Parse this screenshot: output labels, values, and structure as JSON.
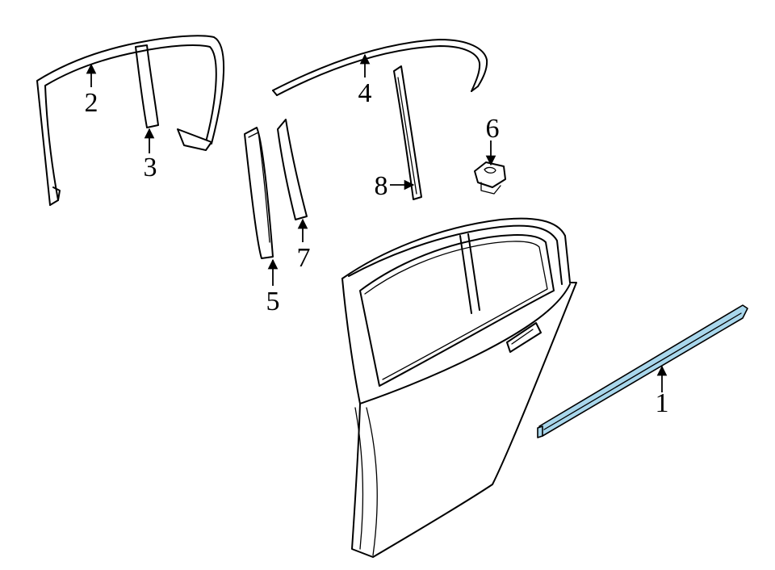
{
  "diagram": {
    "highlight_color": "#a9d7ec",
    "line_color": "#000000",
    "background": "#ffffff",
    "callouts": [
      {
        "id": "1",
        "label": "1"
      },
      {
        "id": "2",
        "label": "2"
      },
      {
        "id": "3",
        "label": "3"
      },
      {
        "id": "4",
        "label": "4"
      },
      {
        "id": "5",
        "label": "5"
      },
      {
        "id": "6",
        "label": "6"
      },
      {
        "id": "7",
        "label": "7"
      },
      {
        "id": "8",
        "label": "8"
      }
    ]
  }
}
